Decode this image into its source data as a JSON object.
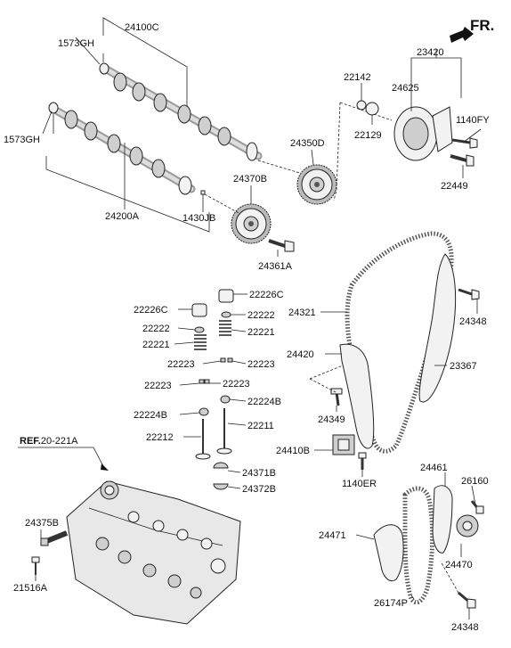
{
  "diagram": {
    "orientation_label": "FR.",
    "reference": {
      "prefix": "REF.",
      "code": "20-221A"
    },
    "callouts": [
      {
        "id": "c-24100c",
        "text": "24100C"
      },
      {
        "id": "c-1573gh-top",
        "text": "1573GH"
      },
      {
        "id": "c-1573gh-left",
        "text": "1573GH"
      },
      {
        "id": "c-24200a",
        "text": "24200A"
      },
      {
        "id": "c-1430jb",
        "text": "1430JB"
      },
      {
        "id": "c-24370b",
        "text": "24370B"
      },
      {
        "id": "c-24361a",
        "text": "24361A"
      },
      {
        "id": "c-24350d",
        "text": "24350D"
      },
      {
        "id": "c-22142",
        "text": "22142"
      },
      {
        "id": "c-22129",
        "text": "22129"
      },
      {
        "id": "c-23420",
        "text": "23420"
      },
      {
        "id": "c-24625",
        "text": "24625"
      },
      {
        "id": "c-1140fy",
        "text": "1140FY"
      },
      {
        "id": "c-22449",
        "text": "22449"
      },
      {
        "id": "c-22226c-r",
        "text": "22226C"
      },
      {
        "id": "c-22226c-l",
        "text": "22226C"
      },
      {
        "id": "c-22222-r",
        "text": "22222"
      },
      {
        "id": "c-22222-l",
        "text": "22222"
      },
      {
        "id": "c-22221-l",
        "text": "22221"
      },
      {
        "id": "c-22221-r",
        "text": "22221"
      },
      {
        "id": "c-22223-a",
        "text": "22223"
      },
      {
        "id": "c-22223-b",
        "text": "22223"
      },
      {
        "id": "c-22223-c",
        "text": "22223"
      },
      {
        "id": "c-22223-d",
        "text": "22223"
      },
      {
        "id": "c-22224b-r",
        "text": "22224B"
      },
      {
        "id": "c-22224b-l",
        "text": "22224B"
      },
      {
        "id": "c-22211",
        "text": "22211"
      },
      {
        "id": "c-22212",
        "text": "22212"
      },
      {
        "id": "c-24371b",
        "text": "24371B"
      },
      {
        "id": "c-24372b",
        "text": "24372B"
      },
      {
        "id": "c-24321",
        "text": "24321"
      },
      {
        "id": "c-24348-top",
        "text": "24348"
      },
      {
        "id": "c-24420",
        "text": "24420"
      },
      {
        "id": "c-23367",
        "text": "23367"
      },
      {
        "id": "c-24349",
        "text": "24349"
      },
      {
        "id": "c-24410b",
        "text": "24410B"
      },
      {
        "id": "c-1140er",
        "text": "1140ER"
      },
      {
        "id": "c-24461",
        "text": "24461"
      },
      {
        "id": "c-26160",
        "text": "26160"
      },
      {
        "id": "c-24471",
        "text": "24471"
      },
      {
        "id": "c-24470",
        "text": "24470"
      },
      {
        "id": "c-26174p",
        "text": "26174P"
      },
      {
        "id": "c-24348-bot",
        "text": "24348"
      },
      {
        "id": "c-24375b",
        "text": "24375B"
      },
      {
        "id": "c-21516a",
        "text": "21516A"
      }
    ]
  }
}
